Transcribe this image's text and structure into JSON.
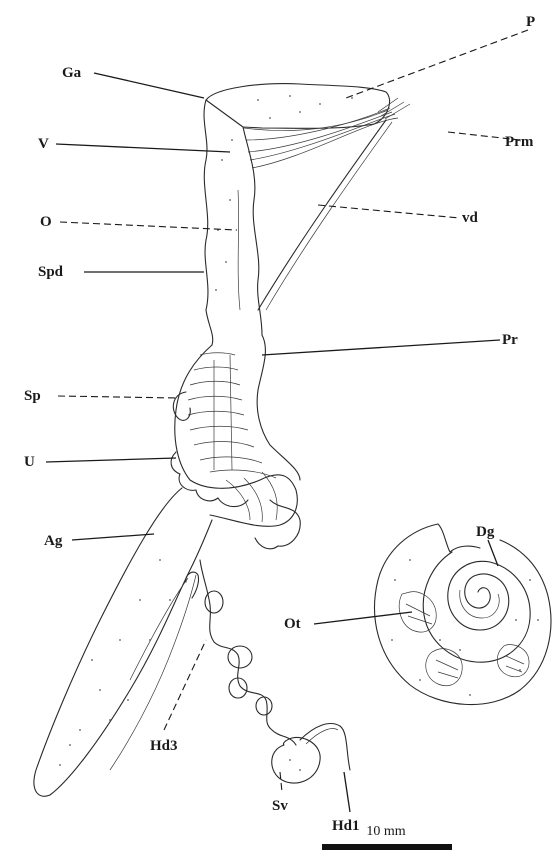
{
  "labels": {
    "P": "P",
    "Ga": "Ga",
    "Prm": "Prm",
    "V": "V",
    "vd": "vd",
    "O": "O",
    "Spd": "Spd",
    "Pr": "Pr",
    "Sp": "Sp",
    "U": "U",
    "Ag": "Ag",
    "Dg": "Dg",
    "Ot": "Ot",
    "Hd3": "Hd3",
    "Sv": "Sv",
    "Hd1": "Hd1"
  },
  "scale_bar": {
    "label": "10 mm"
  }
}
